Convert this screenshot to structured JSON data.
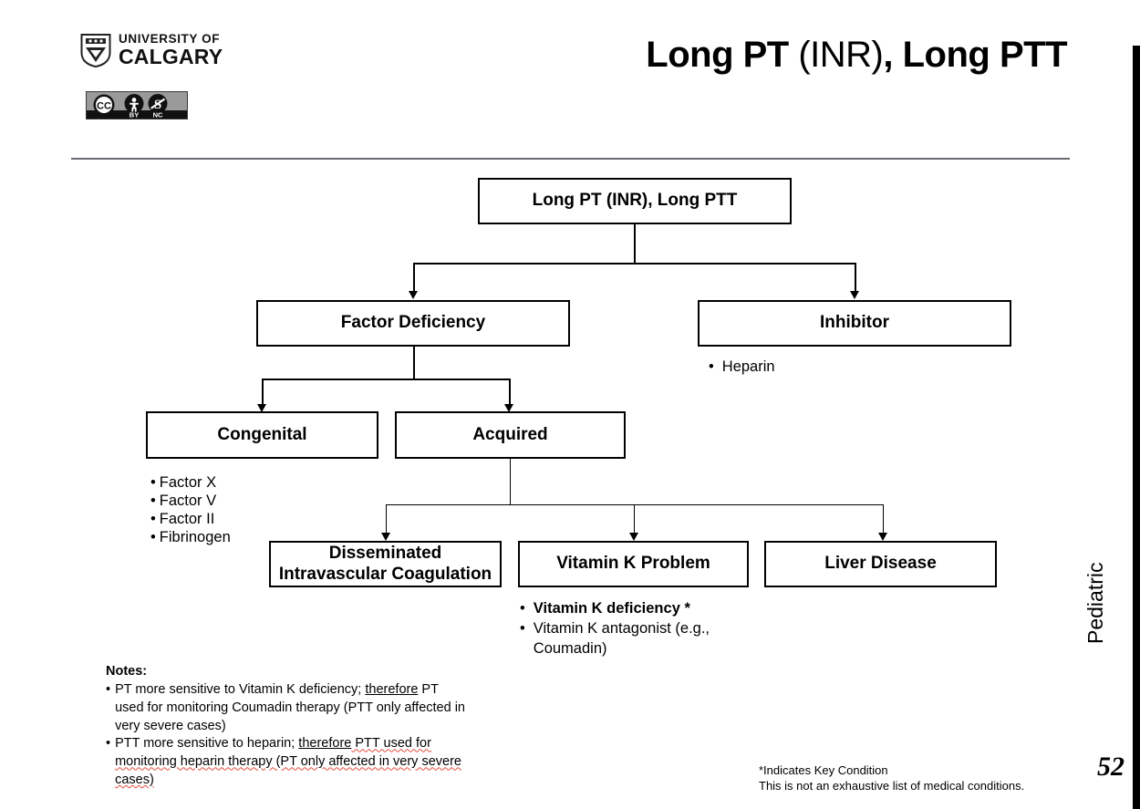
{
  "header": {
    "institution_line1": "UNIVERSITY OF",
    "institution_line2": "CALGARY",
    "license_cc": "CC",
    "license_by": "BY",
    "license_nc": "NC",
    "title_bold_1": "Long PT ",
    "title_thin": "(INR)",
    "title_bold_2": ", Long PTT"
  },
  "sidebar": {
    "section_label": "Pediatric",
    "page_number": "52"
  },
  "flowchart": {
    "root": {
      "label": "Long PT (INR), Long PTT"
    },
    "level2": [
      {
        "label": "Factor Deficiency"
      },
      {
        "label": "Inhibitor"
      }
    ],
    "inhibitor_bullets": [
      {
        "text": "Heparin",
        "bold": false
      }
    ],
    "level3": [
      {
        "label": "Congenital"
      },
      {
        "label": "Acquired"
      }
    ],
    "congenital_bullets": [
      {
        "text": "Factor X",
        "bold": false
      },
      {
        "text": "Factor V",
        "bold": false
      },
      {
        "text": "Factor II",
        "bold": false
      },
      {
        "text": "Fibrinogen",
        "bold": false
      }
    ],
    "level4": [
      {
        "label_line1": "Disseminated",
        "label_line2": "Intravascular Coagulation"
      },
      {
        "label_line1": "Vitamin K Problem",
        "label_line2": ""
      },
      {
        "label_line1": "Liver Disease",
        "label_line2": ""
      }
    ],
    "vitamink_bullets": [
      {
        "text": "Vitamin K deficiency *",
        "bold": true
      },
      {
        "text": "Vitamin K antagonist (e.g., Coumadin)",
        "bold": false
      }
    ]
  },
  "notes": {
    "title": "Notes:",
    "items": [
      {
        "pre": " PT more sensitive to Vitamin K deficiency; ",
        "underlined": "therefore",
        "post": " PT used for monitoring Coumadin therapy (PTT only affected in very severe cases)"
      },
      {
        "pre": "PTT more sensitive to heparin; ",
        "underlined": "therefore",
        "post": " PTT used for monitoring heparin therapy (PT only affected in very severe cases)"
      }
    ]
  },
  "footnote": {
    "line1": "*Indicates Key Condition",
    "line2": "This is not an exhaustive list of medical conditions."
  },
  "colors": {
    "stroke": "#000000",
    "rule": "#6b6b72",
    "badge_bg": "#9a9a9a",
    "spellcheck": "#e24a3c"
  }
}
